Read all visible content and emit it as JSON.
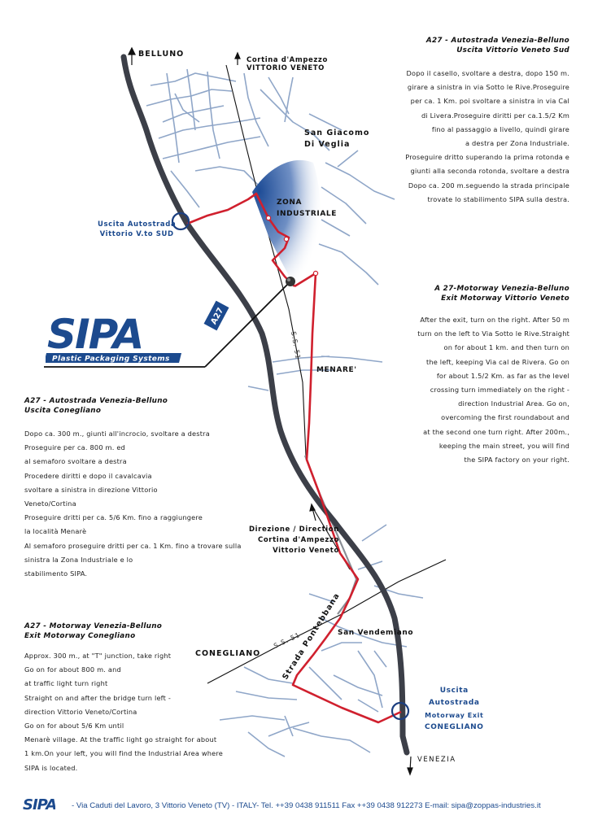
{
  "map_labels": {
    "belluno": "BELLUNO",
    "cortina_line1": "Cortina d'Ampezzo",
    "cortina_line2": "VITTORIO VENETO",
    "san_giacomo_line1": "San Giacomo",
    "san_giacomo_line2": "Di Veglia",
    "zona_line1": "ZONA",
    "zona_line2": "INDUSTRIALE",
    "uscita_vv_line1": "Uscita Autostrada",
    "uscita_vv_line2": "Vittorio V.to SUD",
    "a27": "A27",
    "ss51_north": "S.S. 51",
    "ss51_south": "S.S. 51",
    "menare": "MENARE'",
    "direzione_line1": "Direzione / Direction",
    "direzione_line2": "Cortina d'Ampezzo",
    "direzione_line3": "Vittorio Veneto",
    "san_vendemiano": "San Vendemiano",
    "strada_pontebbana": "Strada Pontebbana",
    "conegliano": "CONEGLIANO",
    "uscita_con_line1": "Uscita",
    "uscita_con_line2": "Autostrada",
    "uscita_con_line3": "Motorway Exit",
    "uscita_con_line4": "CONEGLIANO",
    "venezia": "VENEZIA"
  },
  "logo": {
    "name": "SIPA",
    "tagline": "Plastic Packaging Systems"
  },
  "blocks": {
    "it_vv": {
      "title_line1": "A27 - Autostrada Venezia-Belluno",
      "title_line2": "Uscita Vittorio Veneto Sud",
      "lines": [
        "Dopo il casello, svoltare a destra, dopo 150 m.",
        "girare a sinistra in via Sotto le Rive.Proseguire",
        "per ca. 1 Km. poi svoltare a sinistra in via Cal",
        "di Livera.Proseguire diritti per ca.1.5/2 Km",
        "fino al passaggio a livello, quindi girare",
        "a destra per Zona Industriale.",
        "Proseguire dritto superando la prima rotonda e",
        "giunti alla seconda rotonda, svoltare a destra",
        "Dopo ca. 200 m.seguendo la strada principale",
        "trovate lo stabilimento SIPA sulla destra."
      ]
    },
    "en_vv": {
      "title_line1": "A 27-Motorway Venezia-Belluno",
      "title_line2": "Exit Motorway Vittorio Veneto",
      "lines": [
        "After the exit, turn on the right. After 50 m",
        "turn on the left to Via Sotto le Rive.Straight",
        "on for about 1 km. and then turn on",
        "the left, keeping Via cal de Rivera. Go on",
        "for about 1.5/2 Km. as far as the level",
        "crossing turn immediately on the right -",
        "direction Industrial Area. Go on,",
        "overcoming the first roundabout and",
        "at the second one turn right. After 200m.,",
        "keeping the main street, you will find",
        "the SIPA factory on your right."
      ]
    },
    "it_con": {
      "title_line1": "A27 - Autostrada Venezia-Belluno",
      "title_line2": "Uscita Conegliano",
      "lines": [
        "Dopo ca. 300 m., giunti all'incrocio, svoltare a destra",
        "Proseguire per ca. 800 m. ed",
        "al semaforo svoltare a destra",
        "Procedere diritti e dopo il cavalcavia",
        "svoltare a sinistra in direzione Vittorio",
        "Veneto/Cortina",
        "Proseguire dritti per ca. 5/6 Km. fino a raggiungere",
        "la località Menarè",
        "Al semaforo proseguire dritti per ca. 1 Km. fino a trovare sulla",
        "sinistra la Zona Industriale e lo",
        "stabilimento SIPA."
      ]
    },
    "en_con": {
      "title_line1": "A27 - Motorway Venezia-Belluno",
      "title_line2": "Exit Motorway Conegliano",
      "lines": [
        "Approx. 300 m., at \"T\" junction, take right",
        "Go on for about 800 m. and",
        "at traffic light turn right",
        "Straight on and after the bridge turn left -",
        "direction Vittorio Veneto/Cortina",
        "Go on for about 5/6 Km until",
        "Menarè village. At the traffic light go straight for about",
        "1 km.On your left, you will find the Industrial Area where",
        "SIPA is located."
      ]
    }
  },
  "footer": {
    "text": "- Via Caduti del Lavoro, 3 Vittorio Veneto (TV) - ITALY- Tel. ++39 0438 911511 Fax ++39 0438 912273 E-mail: sipa@zoppas-industries.it"
  },
  "colors": {
    "brand_blue": "#1c4a8e",
    "route_red": "#d0202e",
    "motorway_gray": "#3c3f48",
    "street_blue": "#8fa6c8"
  }
}
